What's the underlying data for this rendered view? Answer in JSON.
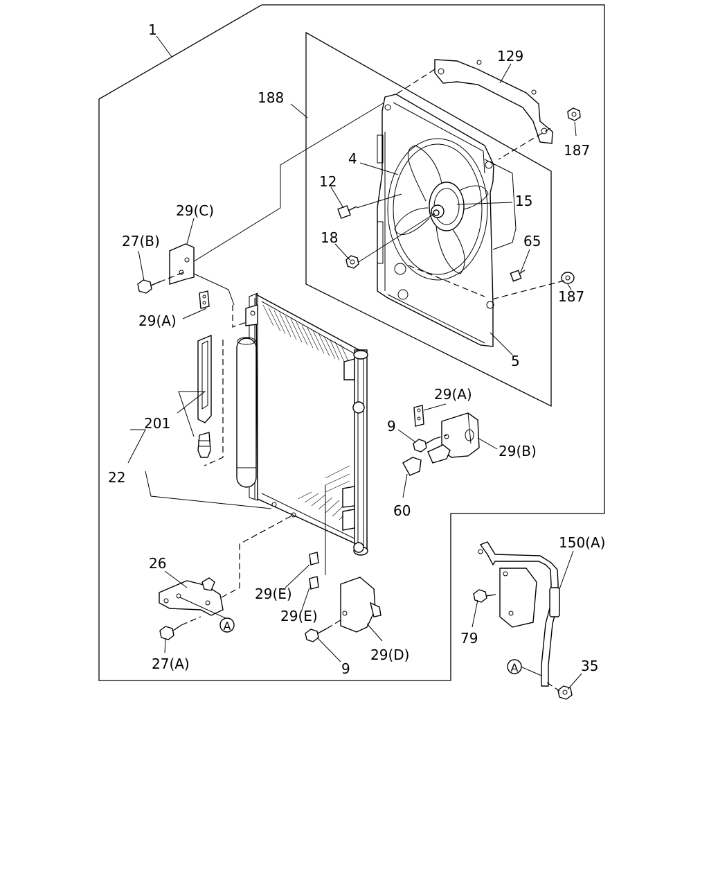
{
  "callouts": {
    "c1": "1",
    "c129": "129",
    "c188": "188",
    "c187_top": "187",
    "c4": "4",
    "c12": "12",
    "c15": "15",
    "c29c": "29(C)",
    "c27b": "27(B)",
    "c18": "18",
    "c65": "65",
    "c187_mid": "187",
    "c29a_left": "29(A)",
    "c5": "5",
    "c201": "201",
    "c22": "22",
    "c29a_right": "29(A)",
    "c9_right": "9",
    "c29b": "29(B)",
    "c60": "60",
    "c150a": "150(A)",
    "c26": "26",
    "c29e_1": "29(E)",
    "c29e_2": "29(E)",
    "c79": "79",
    "c27a": "27(A)",
    "c9_bottom": "9",
    "c29d": "29(D)",
    "c35": "35",
    "circleA_1": "A",
    "circleA_2": "A"
  }
}
